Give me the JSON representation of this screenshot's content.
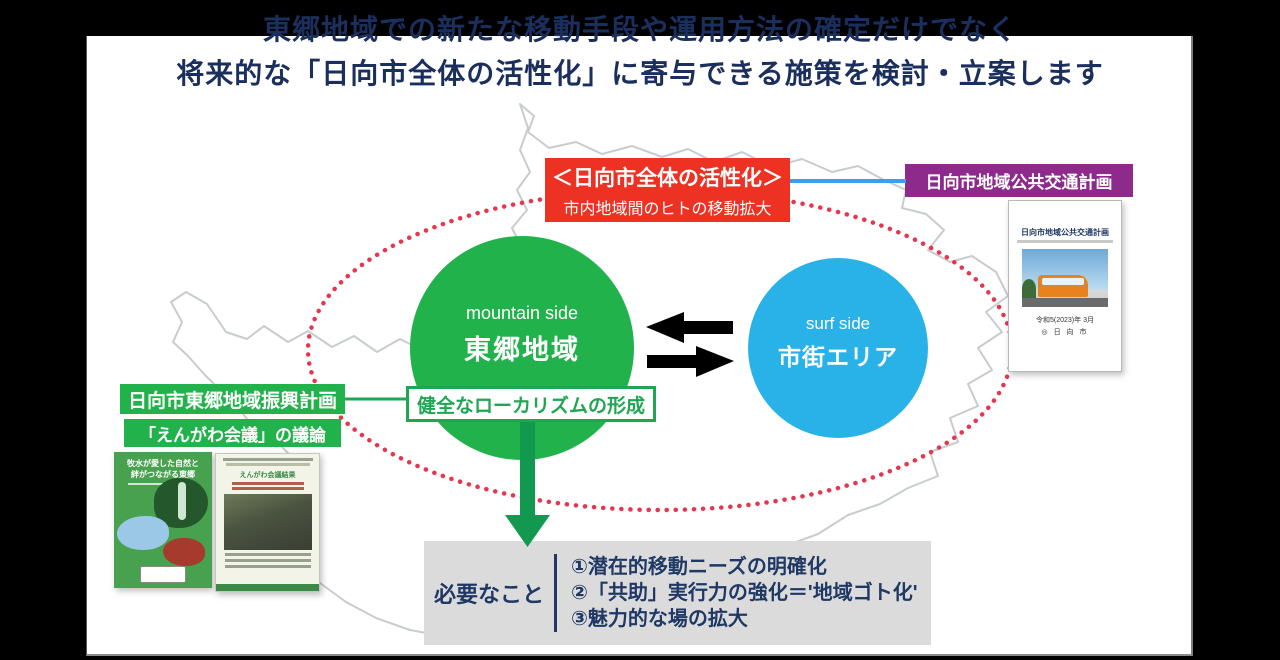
{
  "title": {
    "line1": "東郷地域での新たな移動手段や運用方法の確定だけでなく",
    "line2": "将来的な「日向市全体の活性化」に寄与できる施策を検討・立案します"
  },
  "activation": {
    "heading": "＜日向市全体の活性化＞",
    "sub": "市内地域間のヒトの移動拡大"
  },
  "transport_label": "日向市地域公共交通計画",
  "transport_doc": {
    "title": "日向市地域公共交通計画",
    "date": "令和5(2023)年 3月",
    "logo_mark": "◎",
    "publisher": "日 向 市"
  },
  "mountain": {
    "en": "mountain side",
    "ja": "東郷地域"
  },
  "surf": {
    "en": "surf side",
    "ja": "市街エリア"
  },
  "localism": "健全なローカリズムの形成",
  "togo_plan": "日向市東郷地域振興計画",
  "engawa": "「えんがわ会議」の議論",
  "doc_bokusui": {
    "line1": "牧水が愛した自然と",
    "line2": "絆がつながる東郷"
  },
  "doc_engawa": {
    "title": "えんがわ会議結果"
  },
  "needs": {
    "label": "必要なこと",
    "items": [
      "①潜在的移動ニーズの明確化",
      "②「共助」実行力の強化＝'地域ゴト化'",
      "③魅力的な場の拡大"
    ]
  },
  "colors": {
    "green": "#22B24C",
    "blue": "#29B2E8",
    "red": "#ED3224",
    "purple": "#8E2A8B",
    "navy": "#1B2F5E",
    "dotted_ellipse": "#E8354E",
    "connector_blue": "#3F9EE8"
  }
}
